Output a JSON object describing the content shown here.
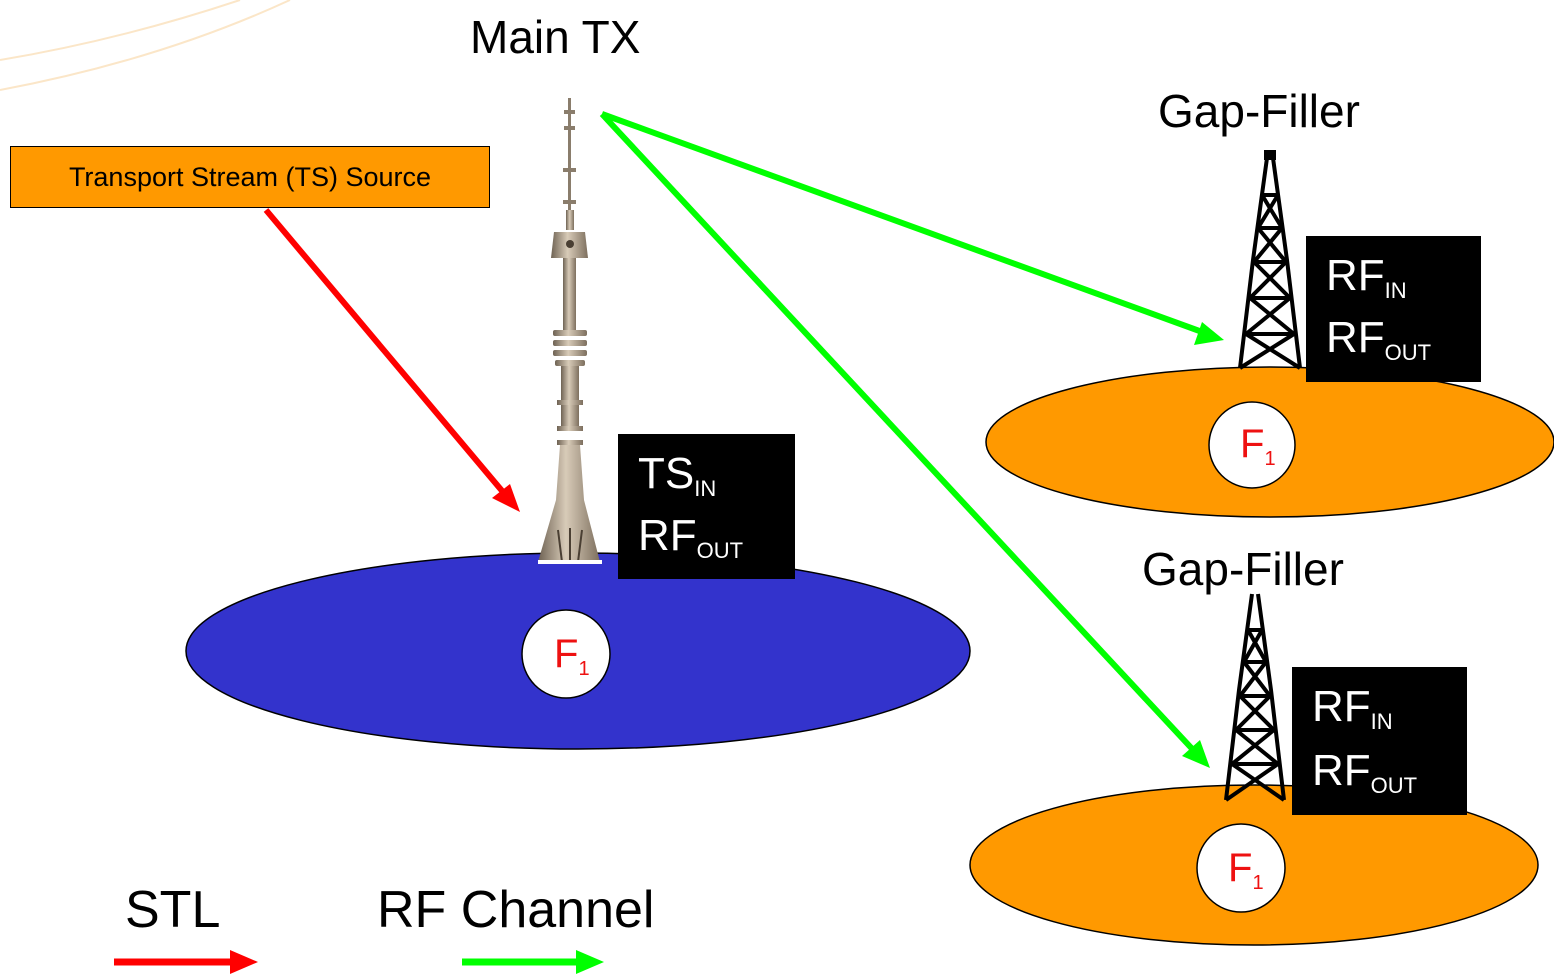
{
  "main_tx": {
    "title": "Main TX",
    "input_label": "TS",
    "input_sub": "IN",
    "output_label": "RF",
    "output_sub": "OUT"
  },
  "ts_source": {
    "label": "Transport Stream (TS) Source"
  },
  "gap_fillers": [
    {
      "title": "Gap-Filler",
      "input_label": "RF",
      "input_sub": "IN",
      "output_label": "RF",
      "output_sub": "OUT"
    },
    {
      "title": "Gap-Filler",
      "input_label": "RF",
      "input_sub": "IN",
      "output_label": "RF",
      "output_sub": "OUT"
    }
  ],
  "frequency": {
    "label": "F",
    "sub": "1"
  },
  "legend": {
    "stl_label": "STL",
    "rf_label": "RF Channel"
  },
  "colors": {
    "stl": "#ff0000",
    "rf_channel": "#00ff00",
    "main_area": "#3333cc",
    "gap_area": "#ff9900",
    "ts_box": "#ff9900",
    "label_box": "#000000",
    "freq_text": "#ee1111"
  },
  "icons": {
    "main_tower": "broadcast-tower-icon",
    "gap_tower": "lattice-tower-icon"
  }
}
